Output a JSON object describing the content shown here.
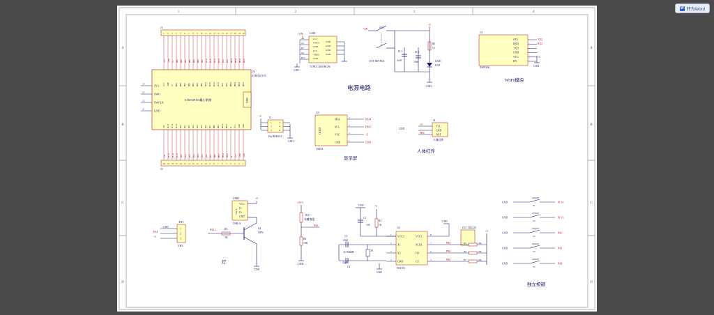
{
  "toolbar": {
    "convert_label": "转为Word",
    "convert_icon": "document-icon"
  },
  "frame": {
    "cols": [
      "1",
      "2",
      "3",
      "4"
    ],
    "rows": [
      "A",
      "B",
      "C",
      "D"
    ]
  },
  "mcu": {
    "ref": "U2",
    "name": "STM32F103",
    "body_label": "STM32F103最小系统",
    "usb_label": "USB",
    "top_header": "J1",
    "bottom_header": "J3",
    "top_pin_numbers": [
      "1",
      "2",
      "3",
      "4",
      "5",
      "6",
      "7",
      "8",
      "9",
      "10",
      "11",
      "12",
      "13",
      "14",
      "15",
      "16",
      "17",
      "18",
      "19",
      "20"
    ],
    "bottom_pin_numbers": [
      "20",
      "19",
      "18",
      "17",
      "16",
      "15",
      "14",
      "13",
      "12",
      "11",
      "10",
      "9",
      "8",
      "7",
      "6",
      "5",
      "4",
      "3",
      "2",
      "1"
    ],
    "top_pins": [
      "3V3",
      "GND",
      "5V",
      "PB9",
      "PB8",
      "PB7",
      "PB6",
      "PB5",
      "PB4",
      "PB3",
      "PA15",
      "PA12",
      "PA11",
      "PA10",
      "PA9",
      "PA8",
      "PB15",
      "PB14",
      "PB13",
      "PB12"
    ],
    "bottom_pins": [
      "VB",
      "PC13",
      "PC14",
      "PC15",
      "PA0",
      "PA1",
      "PA2",
      "PA3",
      "PA4",
      "PA5",
      "PA6",
      "PA7",
      "PB0",
      "PB1",
      "PB10",
      "PB11",
      "R",
      "3V3",
      "GND",
      "GND"
    ],
    "left_pins": [
      {
        "num": "24",
        "name": "3V3"
      },
      {
        "num": "23",
        "name": "SWO"
      },
      {
        "num": "22",
        "name": "SWCLK"
      },
      {
        "num": "21",
        "name": "GND"
      }
    ]
  },
  "usb_power": {
    "ref": "USB1",
    "part": "TYPEC-2000-BCP6",
    "vin": "VIN",
    "gnd": "GND",
    "left_pins": [
      "A4",
      "A5",
      "B5",
      "A9",
      "B12"
    ],
    "pins": [
      "CC1",
      "VBUS",
      "GND",
      "CC2",
      "VBUS",
      "GND"
    ],
    "right_pins": [
      "GND",
      "GND",
      "GND",
      "GND"
    ]
  },
  "switch": {
    "ref": "SW1",
    "part": "KFT DIP-8X8",
    "vin": "VIN",
    "plus5": "+5",
    "pins": [
      "2",
      "1",
      "3",
      "4",
      "5",
      "6"
    ]
  },
  "caps_power": [
    {
      "ref": "EC1",
      "value": "22uF"
    },
    {
      "ref": "EC2",
      "value": "10uF"
    }
  ],
  "led_power": {
    "r_ref": "R1",
    "r_value": "1k",
    "led_ref": "LED1",
    "led_label": "LED",
    "gnd": "GND"
  },
  "power_title": "电源电路",
  "wifi": {
    "ref": "U1",
    "part": "ESP8266",
    "pins": [
      "STA",
      "RXD",
      "TXD",
      "GND",
      "VCC",
      "EN"
    ],
    "nets": [
      "TX2",
      "RX2",
      "",
      "",
      "+5",
      ""
    ],
    "title": "WIFI模块",
    "gnd": "GND"
  },
  "j2": {
    "ref": "J2",
    "part": "Pin HDR2X3",
    "pins": [
      "1",
      "2",
      "3",
      "4",
      "5",
      "6"
    ],
    "plus5": "+5",
    "gnd": "GND"
  },
  "oled": {
    "ref": "U3",
    "chip": "OLED",
    "pins": [
      "SDA",
      "SCL",
      "VCC",
      "GND"
    ],
    "nets": [
      "PB14",
      "PB15",
      "+5",
      "GND"
    ],
    "part": "OLED",
    "title": "显示屏",
    "pin_nums": [
      "4",
      "3",
      "2",
      "1"
    ]
  },
  "pir": {
    "ref": "J4",
    "pins": [
      "VCC",
      "GND",
      "OUT"
    ],
    "nets": [
      "+5",
      "GND",
      "PB6"
    ],
    "label": "人体红外",
    "title": "人体红外",
    "gnd": "GND"
  },
  "lamp": {
    "usb_ref": "USB2",
    "usb_part": "USB-A",
    "usb_pins": [
      "VCC",
      "D-",
      "D+",
      "GND"
    ],
    "usb_side": "VBUS",
    "plus5": "+5",
    "xh_ref": "XH1",
    "xh_part": "XH3",
    "xh_pins": [
      "1",
      "2",
      "3"
    ],
    "xh_nets": [
      "GND",
      "PA4",
      "+5"
    ],
    "r_ref": "R3",
    "r_value": "1K",
    "net_in": "PA11",
    "q_ref": "Q1",
    "q_type": "NPN",
    "gnd": "GND",
    "title": "灯"
  },
  "ldr": {
    "net": "+3V3",
    "rg_ref": "RG1",
    "rg_label": "光敏电阻",
    "r_ref": "R4",
    "r_value": "10K",
    "net_out": "PA5",
    "gnd": "GND"
  },
  "rtc": {
    "ref": "U4",
    "part": "DS1302",
    "left_pins": [
      {
        "num": "1",
        "name": "VCC2"
      },
      {
        "num": "2",
        "name": "X1"
      },
      {
        "num": "3",
        "name": "X2"
      },
      {
        "num": "4",
        "name": "GND"
      }
    ],
    "right_pins": [
      {
        "num": "8",
        "name": "VCC1"
      },
      {
        "num": "7",
        "name": "SCLK"
      },
      {
        "num": "6",
        "name": "I/O"
      },
      {
        "num": "5",
        "name": "CE"
      }
    ],
    "c2": "C2",
    "c2_value": "104",
    "r2": "R2",
    "r2_value": "1K",
    "c3": "C3",
    "c3_value": "22pF",
    "c4": "C4",
    "c4_value": "22pF",
    "xtal": "X1",
    "xtal_value": "32.768kHZ",
    "batt": "DC1 CR1220",
    "plus5": "+5",
    "gnd": "GND",
    "nets": [
      "PB3",
      "PB4",
      "PB5"
    ],
    "res": [
      {
        "ref": "R5",
        "value": "10K"
      },
      {
        "ref": "R6",
        "value": "10K"
      },
      {
        "ref": "R7",
        "value": "10K"
      }
    ]
  },
  "keys": {
    "title": "独立按键",
    "gnd": "GND",
    "items": [
      {
        "ref": "S1",
        "net": "PC14"
      },
      {
        "ref": "S2",
        "net": "PC13"
      },
      {
        "ref": "S3",
        "net": "PA0"
      },
      {
        "ref": "S4",
        "net": "PA1"
      },
      {
        "ref": "S5",
        "net": "PA4"
      }
    ]
  },
  "colors": {
    "wire": "#1a1a6e",
    "red": "#b01010",
    "body": "#ffffc0",
    "frame": "#7a7a7a"
  }
}
